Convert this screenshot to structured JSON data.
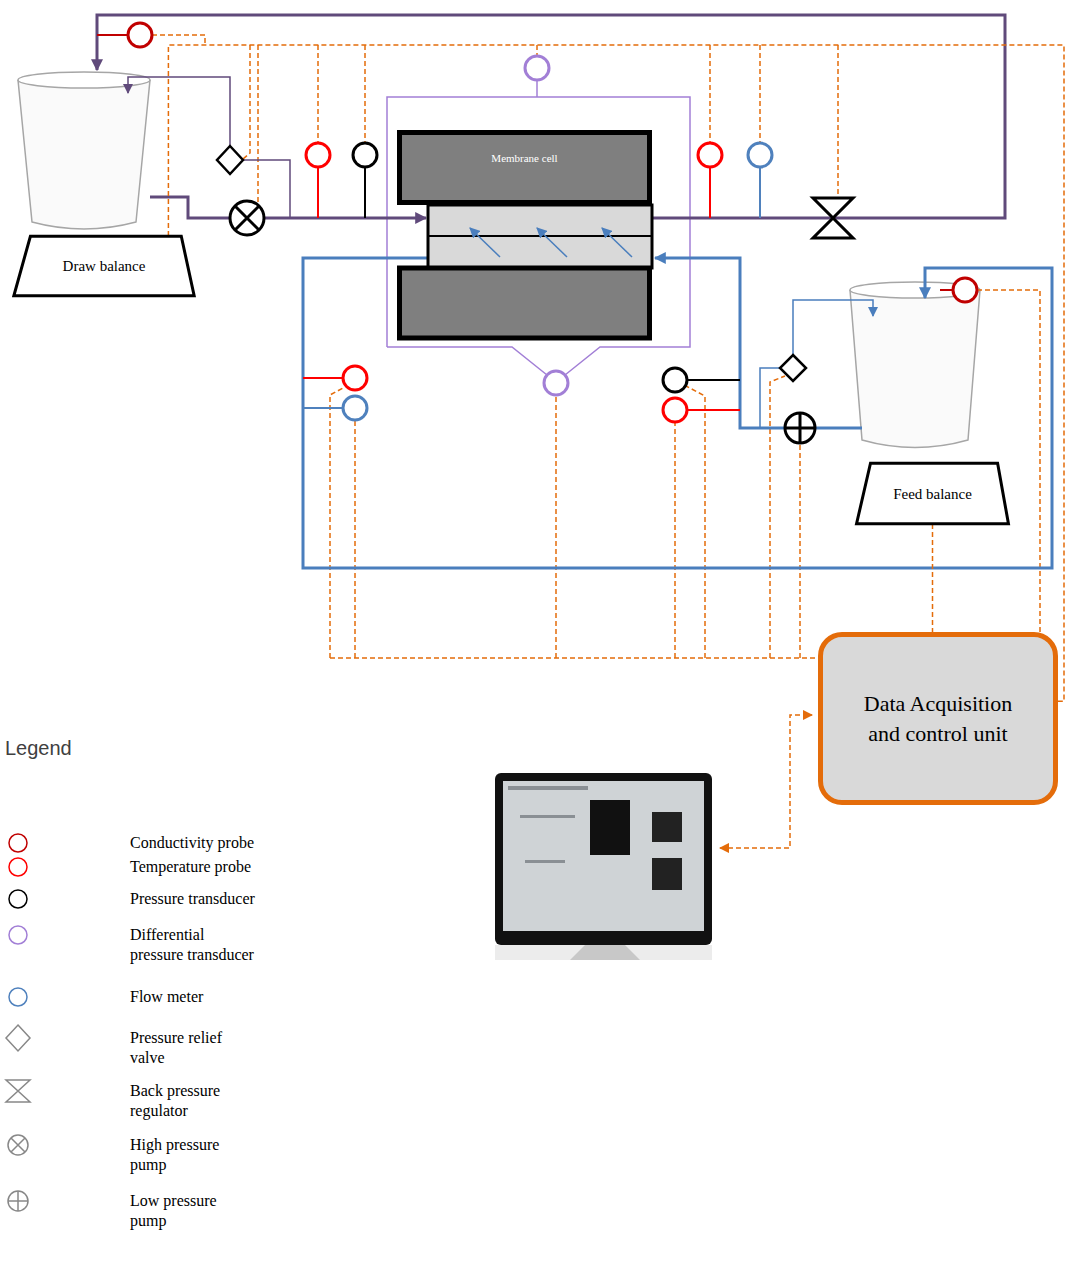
{
  "diagram": {
    "nodes": [
      {
        "text": [
          "Membrane cell"
        ]
      },
      {
        "text": [
          "Draw balance"
        ]
      },
      {
        "text": [
          "Feed balance"
        ]
      },
      {
        "text": [
          "Data Acquisition and control unit"
        ]
      }
    ],
    "edges": [
      {
        "from": 1,
        "to": 3,
        "arrow": "none"
      },
      {
        "from": 2,
        "to": 3,
        "arrow": "none"
      }
    ],
    "labels": [
      "Legend"
    ],
    "legend": [
      {
        "text": "Conductivity probe"
      },
      {
        "text": "Temperature probe"
      },
      {
        "text": "Pressure transducer"
      },
      {
        "text": "Differential pressure transducer"
      },
      {
        "text": "Flow meter"
      },
      {
        "text": "Pressure relief valve"
      },
      {
        "text": "Back pressure regulator"
      },
      {
        "text": "High pressure pump"
      },
      {
        "text": "Low pressure pump"
      }
    ]
  }
}
